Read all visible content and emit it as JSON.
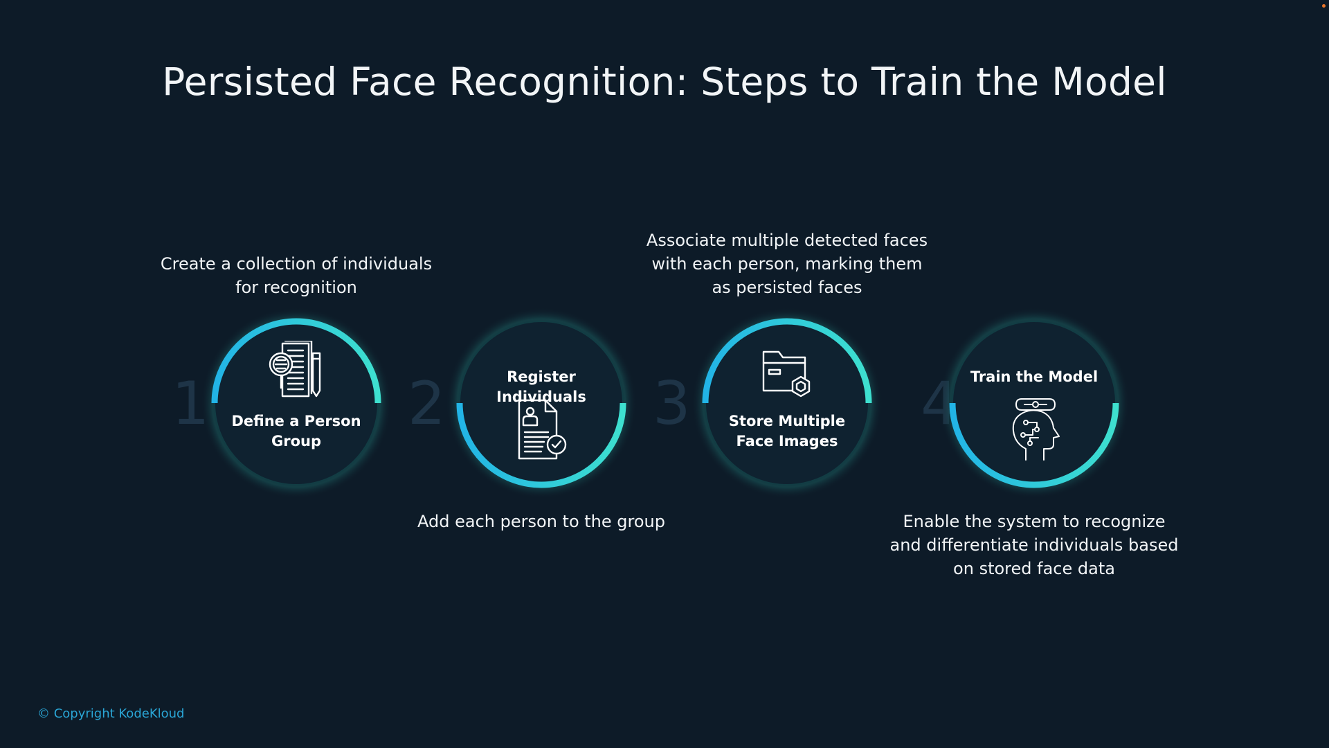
{
  "title": "Persisted Face Recognition: Steps to Train the Model",
  "colors": {
    "background": "#0d1b28",
    "ring_gradient_start": "#22b4e6",
    "ring_gradient_end": "#3ee0cf",
    "number": "#1e3447",
    "copyright": "#2aa6d6"
  },
  "steps": [
    {
      "number": "1",
      "label": "Define a Person Group",
      "description": "Create a collection of individuals for recognition",
      "icon": "document-magnifier-pencil-icon"
    },
    {
      "number": "2",
      "label": "Register Individuals",
      "description": "Add each person to the group",
      "icon": "person-document-check-icon"
    },
    {
      "number": "3",
      "label": "Store Multiple Face Images",
      "description": "Associate multiple detected faces with each person, marking them as persisted faces",
      "icon": "folder-hexagon-icon"
    },
    {
      "number": "4",
      "label": "Train the Model",
      "description": "Enable the system to recognize and differentiate individuals based on stored face data",
      "icon": "ai-head-circuit-icon"
    }
  ],
  "copyright": "© Copyright KodeKloud"
}
